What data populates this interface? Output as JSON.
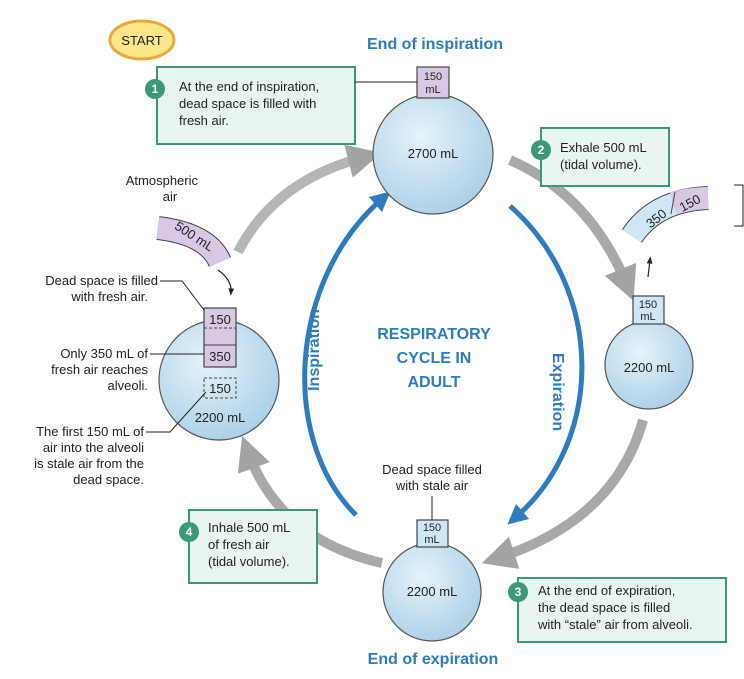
{
  "start_label": "START",
  "headings": {
    "end_inspiration": "End of inspiration",
    "end_expiration": "End of expiration"
  },
  "center_title": [
    "RESPIRATORY",
    "CYCLE IN",
    "ADULT"
  ],
  "arc_labels": {
    "inspiration": "Inspiration",
    "expiration": "Expiration"
  },
  "steps": [
    {
      "num": "1",
      "lines": [
        "At the end of inspiration,",
        "dead space is filled with",
        "fresh air."
      ]
    },
    {
      "num": "2",
      "lines": [
        "Exhale 500 mL",
        "(tidal volume)."
      ]
    },
    {
      "num": "3",
      "lines": [
        "At the end of expiration,",
        "the dead space is filled",
        "with “stale” air from alveoli."
      ]
    },
    {
      "num": "4",
      "lines": [
        "Inhale 500 mL",
        "of fresh air",
        "(tidal volume)."
      ]
    }
  ],
  "lungs": {
    "top": {
      "volume": "2700 mL",
      "dead_space": [
        "150",
        "mL"
      ]
    },
    "right": {
      "volume": "2200 mL",
      "dead_space": [
        "150",
        "mL"
      ]
    },
    "bottom": {
      "volume": "2200 mL",
      "dead_space": [
        "150",
        "mL"
      ]
    },
    "left": {
      "volume": "2200 mL"
    }
  },
  "left_annotations": {
    "atmospheric": [
      "Atmospheric",
      "air"
    ],
    "tube_500": "500 mL",
    "dead_fresh": [
      "Dead space is filled",
      "with fresh air."
    ],
    "only350": [
      "Only 350 mL of",
      "fresh air reaches",
      "alveoli."
    ],
    "first150": [
      "The first 150 mL of",
      "air into the alveoli",
      "is stale air from the",
      "dead space."
    ],
    "seg_150_top": "150",
    "seg_350": "350",
    "seg_150_bottom": "150"
  },
  "right_tube": {
    "seg_150": "150",
    "seg_350": "350"
  },
  "bottom_annotation": [
    "Dead space filled",
    "with stale air"
  ],
  "colors": {
    "accent_blue": "#2b7cc0",
    "step_green": "#3a9a78",
    "fresh_air": "#d9c7e6",
    "stale_air": "#cfe6f5"
  }
}
